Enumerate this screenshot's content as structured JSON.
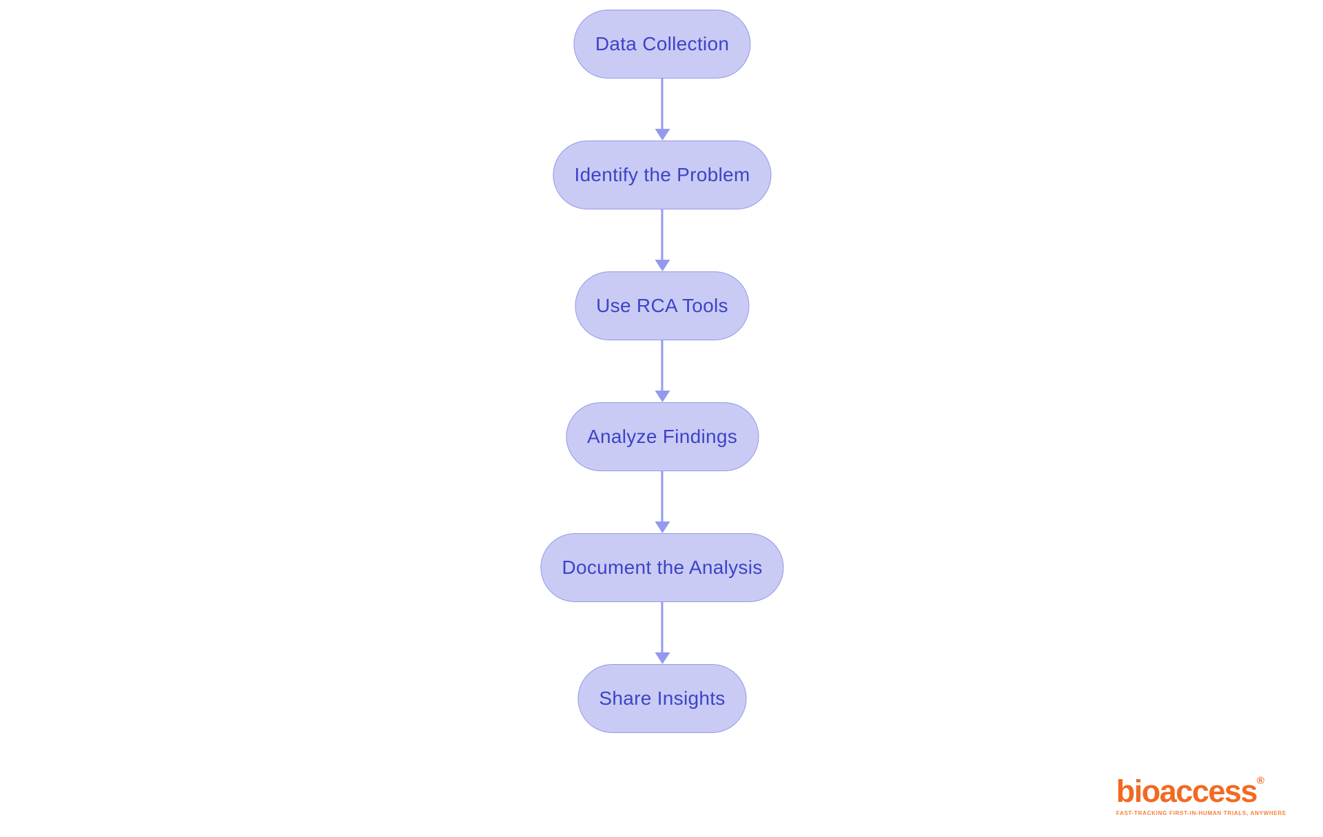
{
  "diagram": {
    "type": "flowchart",
    "direction": "top-down",
    "nodes": [
      {
        "label": "Data Collection"
      },
      {
        "label": "Identify the Problem"
      },
      {
        "label": "Use RCA Tools"
      },
      {
        "label": "Analyze Findings"
      },
      {
        "label": "Document the Analysis"
      },
      {
        "label": "Share Insights"
      }
    ],
    "edges": [
      {
        "from": "Data Collection",
        "to": "Identify the Problem"
      },
      {
        "from": "Identify the Problem",
        "to": "Use RCA Tools"
      },
      {
        "from": "Use RCA Tools",
        "to": "Analyze Findings"
      },
      {
        "from": "Analyze Findings",
        "to": "Document the Analysis"
      },
      {
        "from": "Document the Analysis",
        "to": "Share Insights"
      }
    ],
    "colors": {
      "node_fill": "#c9cbf4",
      "node_border": "#9398e8",
      "node_text": "#3d43c6",
      "arrow": "#9399ee",
      "background": "#ffffff"
    }
  },
  "logo": {
    "wordmark": "bioaccess",
    "registered_mark": "®",
    "tagline": "FAST-TRACKING FIRST-IN-HUMAN TRIALS, ANYWHERE",
    "brand_color": "#f26a21"
  }
}
